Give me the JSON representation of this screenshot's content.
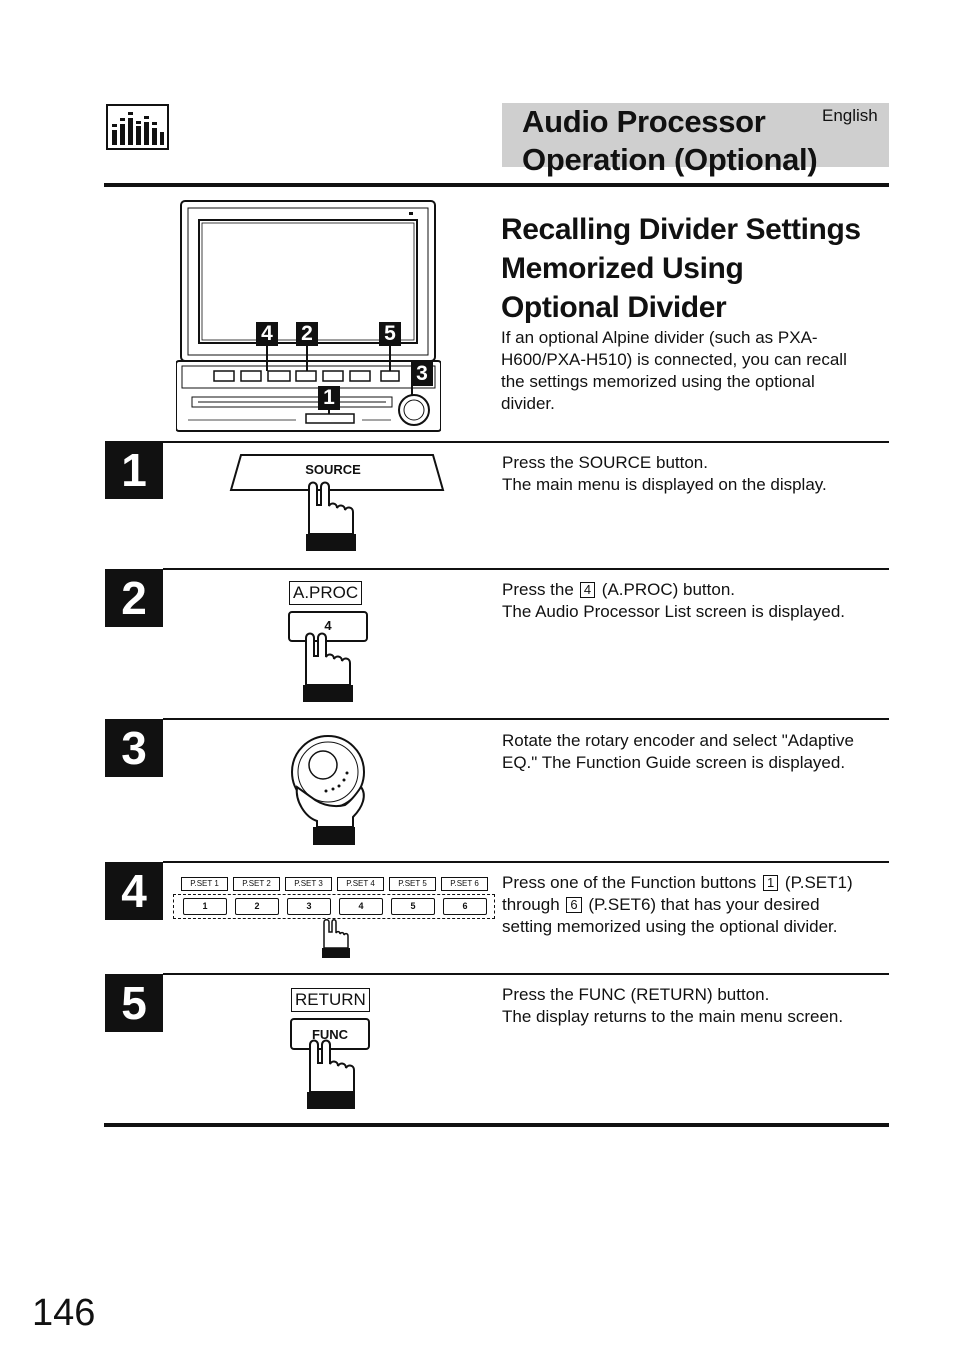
{
  "header": {
    "title_line1": "Audio Processor",
    "title_line2": "Operation (Optional)",
    "language": "English"
  },
  "section": {
    "title_line1": "Recalling Divider Settings",
    "title_line2": "Memorized Using",
    "title_line3": "Optional Divider",
    "intro_lines": [
      "If an optional Alpine divider (such as PXA-",
      "H600/PXA-H510) is connected, you can recall",
      "the settings memorized using the optional",
      "divider."
    ]
  },
  "unit_callouts": [
    "4",
    "2",
    "5",
    "3",
    "1"
  ],
  "steps": [
    {
      "number": "1",
      "button_label": "SOURCE",
      "lines": [
        "Press the SOURCE button.",
        "The main menu is displayed on the display."
      ]
    },
    {
      "number": "2",
      "label": "A.PROC",
      "button_label": "4",
      "line1_pre": "Press the",
      "line1_box": "4",
      "line1_post": "(A.PROC) button.",
      "line2": "The Audio Processor List screen is displayed."
    },
    {
      "number": "3",
      "lines": [
        "Rotate the rotary encoder and select \"Adaptive",
        "EQ.\" The Function Guide screen is displayed."
      ]
    },
    {
      "number": "4",
      "pset_labels": [
        "P.SET 1",
        "P.SET 2",
        "P.SET 3",
        "P.SET 4",
        "P.SET 5",
        "P.SET 6"
      ],
      "button_labels": [
        "1",
        "2",
        "3",
        "4",
        "5",
        "6"
      ],
      "line1_pre": "Press one of the Function buttons",
      "line1_box": "1",
      "line1_post": "(P.SET1)",
      "line2_pre": "through",
      "line2_box": "6",
      "line2_post": "(P.SET6) that has your desired",
      "line3": "setting memorized using the optional divider."
    },
    {
      "number": "5",
      "label": "RETURN",
      "button_label": "FUNC",
      "lines": [
        "Press the FUNC (RETURN) button.",
        "The display returns to the main menu screen."
      ]
    }
  ],
  "page_number": "146"
}
